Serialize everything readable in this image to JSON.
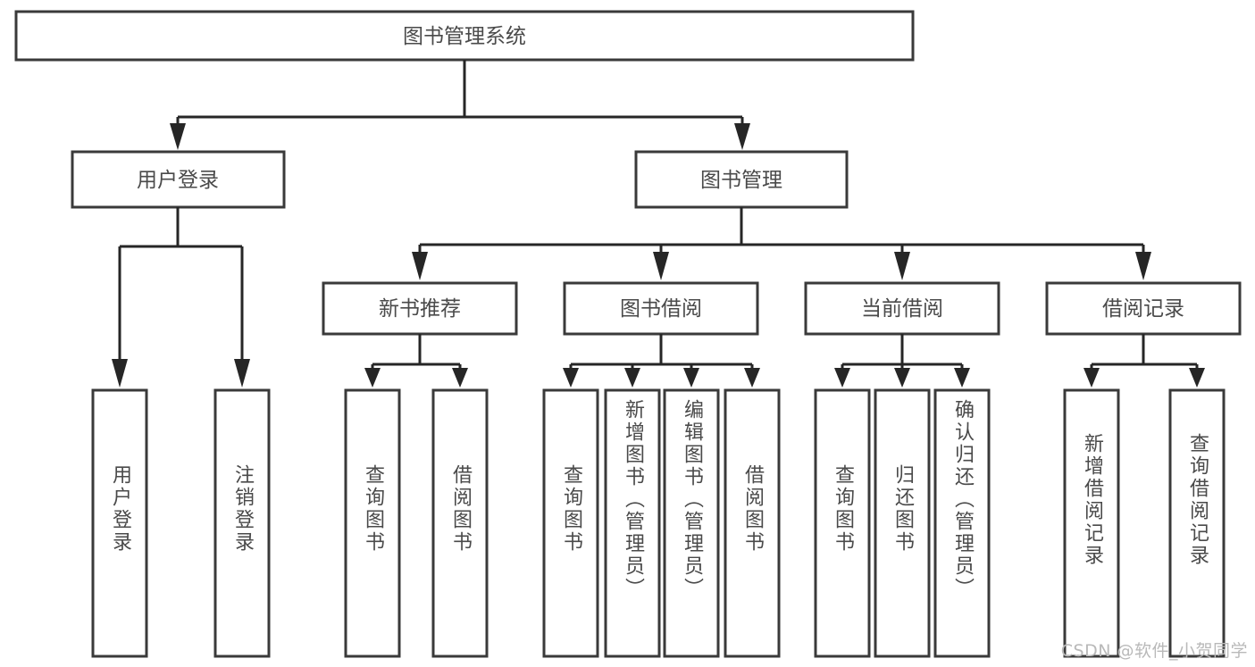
{
  "diagram": {
    "title": "图书管理系统",
    "type": "tree-hierarchy",
    "colors": {
      "background": "#ffffff",
      "box_fill": "#ffffff",
      "box_stroke": "#3a3a3a",
      "connector": "#262626",
      "text": "#4a4a4a",
      "watermark": "#b9b9b9"
    },
    "root": {
      "label": "图书管理系统"
    },
    "level2": [
      {
        "label": "用户登录"
      },
      {
        "label": "图书管理"
      }
    ],
    "level3": [
      {
        "label": "新书推荐"
      },
      {
        "label": "图书借阅"
      },
      {
        "label": "当前借阅"
      },
      {
        "label": "借阅记录"
      }
    ],
    "leaves": {
      "user_login": [
        {
          "label": "用户登录"
        },
        {
          "label": "注销登录"
        }
      ],
      "new_book_recommend": [
        {
          "label": "查询图书"
        },
        {
          "label": "借阅图书"
        }
      ],
      "book_borrow": [
        {
          "label": "查询图书"
        },
        {
          "label": "新增图书（管理员）"
        },
        {
          "label": "编辑图书（管理员）"
        },
        {
          "label": "借阅图书"
        }
      ],
      "current_borrow": [
        {
          "label": "查询图书"
        },
        {
          "label": "归还图书"
        },
        {
          "label": "确认归还（管理员）"
        }
      ],
      "borrow_record": [
        {
          "label": "新增借阅记录"
        },
        {
          "label": "查询借阅记录"
        }
      ]
    }
  },
  "watermark": {
    "text": "CSDN @软件_小贺同学"
  }
}
